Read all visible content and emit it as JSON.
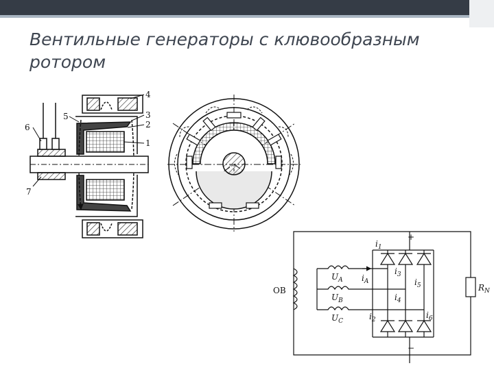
{
  "slide": {
    "title": "Вентильные генераторы с клювообразным ротором",
    "accent_color": "#353c46"
  },
  "sectional_view": {
    "callouts": [
      "1",
      "2",
      "3",
      "4",
      "5",
      "6",
      "7"
    ]
  },
  "circuit": {
    "winding_label": "ОВ",
    "plus_label": "+",
    "minus_label": "−",
    "load_label": "R",
    "load_subscript": "N",
    "phases": [
      {
        "symbol": "U",
        "subscript": "A"
      },
      {
        "symbol": "U",
        "subscript": "B"
      },
      {
        "symbol": "U",
        "subscript": "C"
      }
    ],
    "phase_current": {
      "symbol": "i",
      "subscript": "A"
    },
    "diode_currents": [
      {
        "symbol": "i",
        "subscript": "1"
      },
      {
        "symbol": "i",
        "subscript": "3"
      },
      {
        "symbol": "i",
        "subscript": "5"
      },
      {
        "symbol": "i",
        "subscript": "4"
      },
      {
        "symbol": "i",
        "subscript": "2"
      },
      {
        "symbol": "i",
        "subscript": "6"
      }
    ]
  }
}
